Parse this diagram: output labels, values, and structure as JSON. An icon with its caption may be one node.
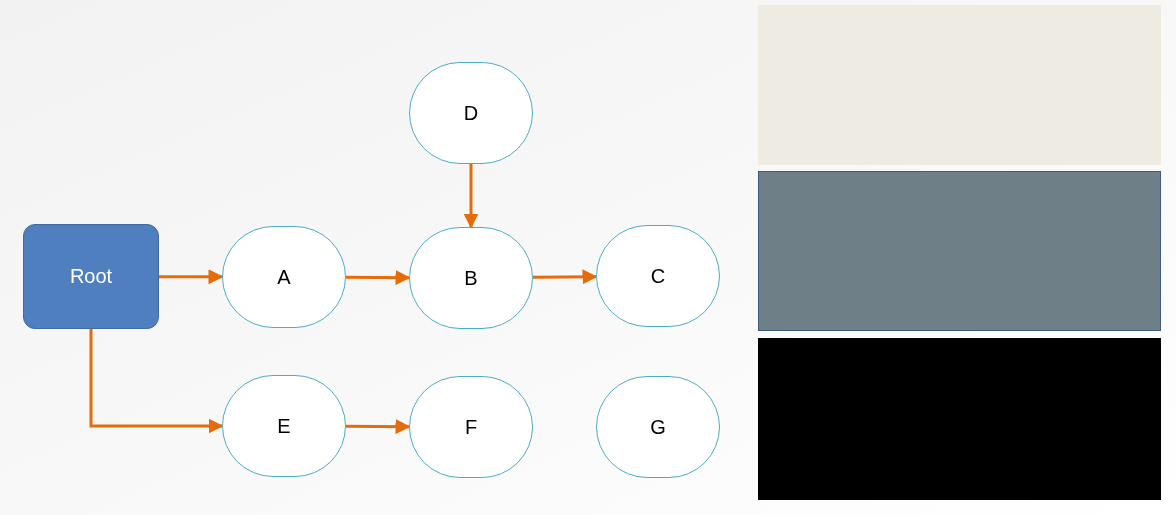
{
  "diagram": {
    "nodes": [
      {
        "text": [
          "Root"
        ]
      },
      {
        "text": [
          "A"
        ]
      },
      {
        "text": [
          "B"
        ]
      },
      {
        "text": [
          "C"
        ]
      },
      {
        "text": [
          "D"
        ]
      },
      {
        "text": [
          "E"
        ]
      },
      {
        "text": [
          "F"
        ]
      },
      {
        "text": [
          "G"
        ]
      },
      {
        "text": [],
        "shape": "box"
      },
      {
        "text": [],
        "shape": "box"
      },
      {
        "text": [],
        "shape": "box"
      }
    ],
    "edges": [
      {
        "from": 0,
        "to": 1,
        "arrow": "to"
      },
      {
        "from": 1,
        "to": 2,
        "arrow": "to"
      },
      {
        "from": 2,
        "to": 3,
        "arrow": "to"
      },
      {
        "from": 4,
        "to": 2,
        "arrow": "to"
      },
      {
        "from": 0,
        "to": 5,
        "arrow": "to"
      },
      {
        "from": 5,
        "to": 6,
        "arrow": "to"
      }
    ]
  }
}
